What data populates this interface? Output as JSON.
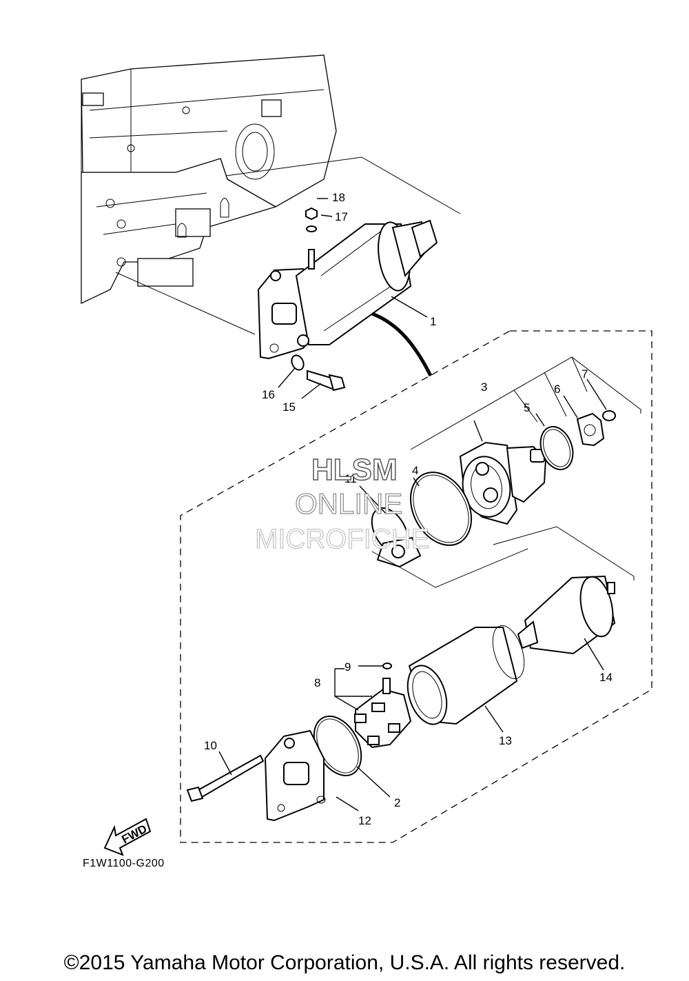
{
  "diagram": {
    "code": "F1W1100-G200",
    "fwd_label": "FWD",
    "copyright": "©2015 Yamaha Motor Corporation, U.S.A. All rights reserved.",
    "watermark": [
      "HLSM",
      "ONLINE",
      "MICROFICHE"
    ],
    "callouts": [
      "1",
      "2",
      "3",
      "4",
      "5",
      "6",
      "7",
      "8",
      "9",
      "10",
      "11",
      "12",
      "13",
      "14",
      "15",
      "16",
      "17",
      "18"
    ]
  }
}
